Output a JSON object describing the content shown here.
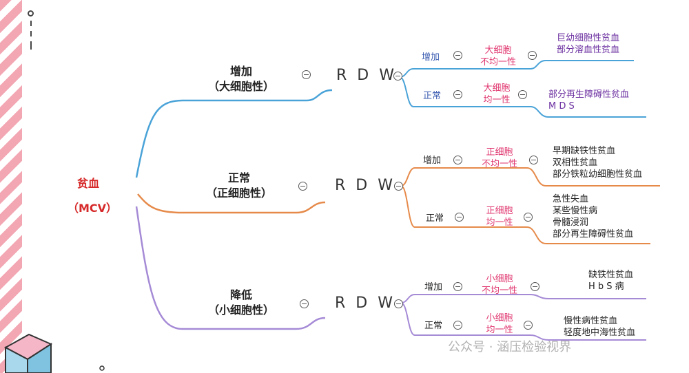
{
  "colors": {
    "blue": "#4aa3d8",
    "orange": "#e68a4a",
    "purple": "#a58ad6",
    "root_red": "#d62828",
    "pink_text": "#e0376f"
  },
  "root": {
    "line1": "贫血",
    "line2": "（MCV）"
  },
  "branches": [
    {
      "label1": "增加",
      "label2": "（大细胞性）",
      "rdw": "R D W",
      "subs": [
        {
          "level": "增加",
          "cell1": "大细胞",
          "cell2": "不均一性",
          "leaves": [
            "巨幼细胞性贫血",
            "部分溶血性贫血"
          ]
        },
        {
          "level": "正常",
          "cell1": "大细胞",
          "cell2": "均一性",
          "leaves": [
            "部分再生障碍性贫血",
            "M D S"
          ]
        }
      ]
    },
    {
      "label1": "正常",
      "label2": "（正细胞性）",
      "rdw": "R D W",
      "subs": [
        {
          "level": "增加",
          "cell1": "正细胞",
          "cell2": "不均一性",
          "leaves": [
            "早期缺铁性贫血",
            "双相性贫血",
            "部分铁粒幼细胞性贫血"
          ]
        },
        {
          "level": "正常",
          "cell1": "正细胞",
          "cell2": "均一性",
          "leaves": [
            "急性失血",
            "某些慢性病",
            "骨髓浸润",
            "部分再生障碍性贫血"
          ]
        }
      ]
    },
    {
      "label1": "降低",
      "label2": "（小细胞性）",
      "rdw": "R D W",
      "subs": [
        {
          "level": "增加",
          "cell1": "小细胞",
          "cell2": "不均一性",
          "leaves": [
            "缺铁性贫血",
            "H b S 病"
          ]
        },
        {
          "level": "正常",
          "cell1": "小细胞",
          "cell2": "均一性",
          "leaves": [
            "慢性病性贫血",
            "轻度地中海性贫血"
          ]
        }
      ]
    }
  ],
  "watermark": "公众号 · 涵压检验视界",
  "icons": [
    "collapse-minus-icon",
    "cube-icon"
  ]
}
